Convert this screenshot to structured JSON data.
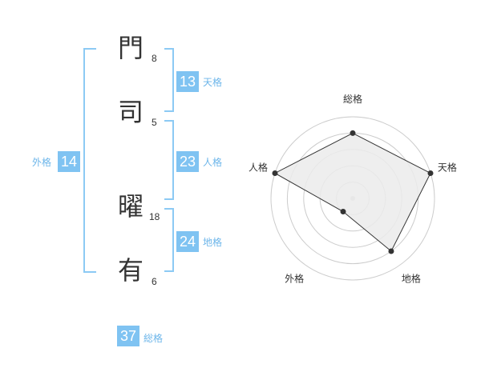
{
  "name": {
    "chars": [
      "門",
      "司",
      "曜",
      "有"
    ],
    "strokes": [
      "8",
      "5",
      "18",
      "6"
    ]
  },
  "kaku": {
    "tenkaku": {
      "value": "13",
      "label": "天格"
    },
    "jinkaku": {
      "value": "23",
      "label": "人格"
    },
    "chikaku": {
      "value": "24",
      "label": "地格"
    },
    "gaikaku": {
      "value": "14",
      "label": "外格"
    },
    "soukaku": {
      "value": "37",
      "label": "総格"
    }
  },
  "chart_data": {
    "type": "radar",
    "axes": [
      "総格",
      "天格",
      "地格",
      "外格",
      "人格"
    ],
    "max": 5,
    "values": [
      4,
      5,
      4,
      1,
      5
    ],
    "colors": {
      "fill": "#ebebeb",
      "line": "#333333",
      "grid": "#cccccc",
      "point": "#333333"
    }
  },
  "colors": {
    "accent": "#7fc3f2",
    "bracket": "#8ccaf4",
    "label": "#6db6ea"
  }
}
